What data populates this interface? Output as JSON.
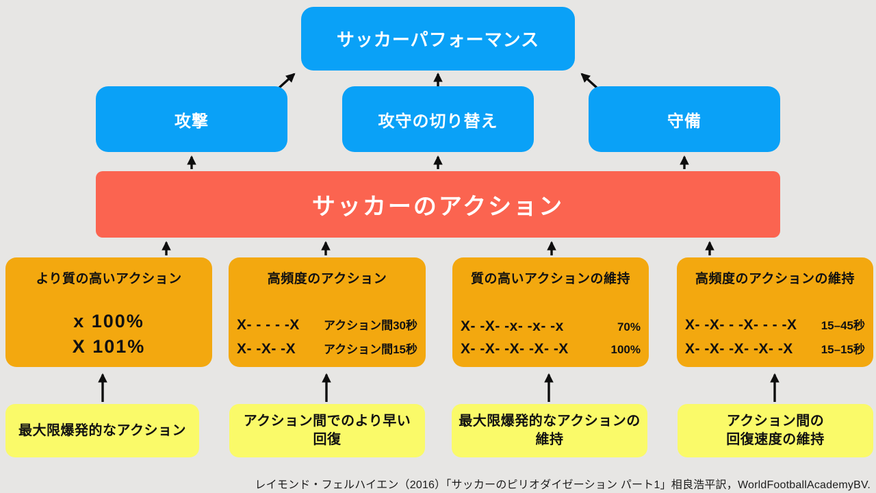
{
  "diagram": {
    "title_node": "サッカーパフォーマンス",
    "phase_nodes": [
      {
        "label": "攻撃"
      },
      {
        "label": "攻守の切り替え"
      },
      {
        "label": "守備"
      }
    ],
    "action_node": "サッカーのアクション",
    "capacity_boxes": [
      {
        "title": "より質の高いアクション",
        "values": [
          "x 100%",
          "X 101%"
        ]
      },
      {
        "title": "高頻度のアクション",
        "lines": [
          {
            "pattern": "X- - - - -X",
            "label": "アクション間30秒"
          },
          {
            "pattern": "X- -X- -X",
            "label": "アクション間15秒"
          }
        ]
      },
      {
        "title": "質の高いアクションの維持",
        "lines": [
          {
            "pattern": "X- -X- -x- -x- -x",
            "label": "70%"
          },
          {
            "pattern": "X- -X- -X- -X- -X",
            "label": "100%"
          }
        ]
      },
      {
        "title": "高頻度のアクションの維持",
        "lines": [
          {
            "pattern": "X- -X- - -X- - - -X",
            "label": "15–45秒"
          },
          {
            "pattern": "X- -X- -X- -X- -X",
            "label": "15–15秒"
          }
        ]
      }
    ],
    "base_boxes": [
      {
        "line1": "最大限爆発的なアクション",
        "line2": ""
      },
      {
        "line1": "アクション間でのより早い",
        "line2": "回復"
      },
      {
        "line1": "最大限爆発的なアクションの",
        "line2": "維持"
      },
      {
        "line1": "アクション間の",
        "line2": "回復速度の維持"
      }
    ],
    "citation": "レイモンド・フェルハイエン（2016）「サッカーのピリオダイゼーション パート1」相良浩平訳，WorldFootballAcademyBV.",
    "colors": {
      "blue": "#0aa1f7",
      "red": "#fb6450",
      "orange": "#f3a80f",
      "yellow": "#fafa69",
      "background": "#e7e6e4",
      "arrow": "#0d0d0d"
    }
  }
}
